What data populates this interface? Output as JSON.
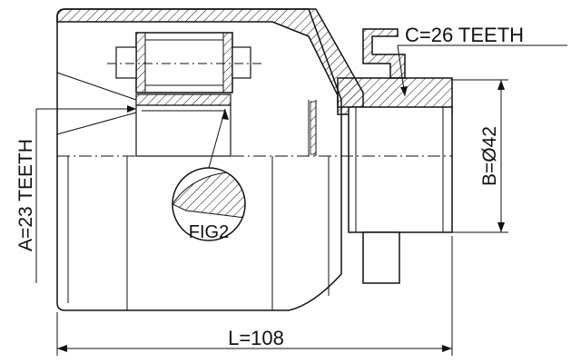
{
  "labels": {
    "spline_a": "A=23 TEETH",
    "spline_c": "C=26 TEETH",
    "diameter_b": "B=Ø42",
    "length_l": "L=108",
    "detail_fig": "FIG2"
  },
  "colors": {
    "line": "#111111",
    "body_fill": "#ffffff"
  }
}
